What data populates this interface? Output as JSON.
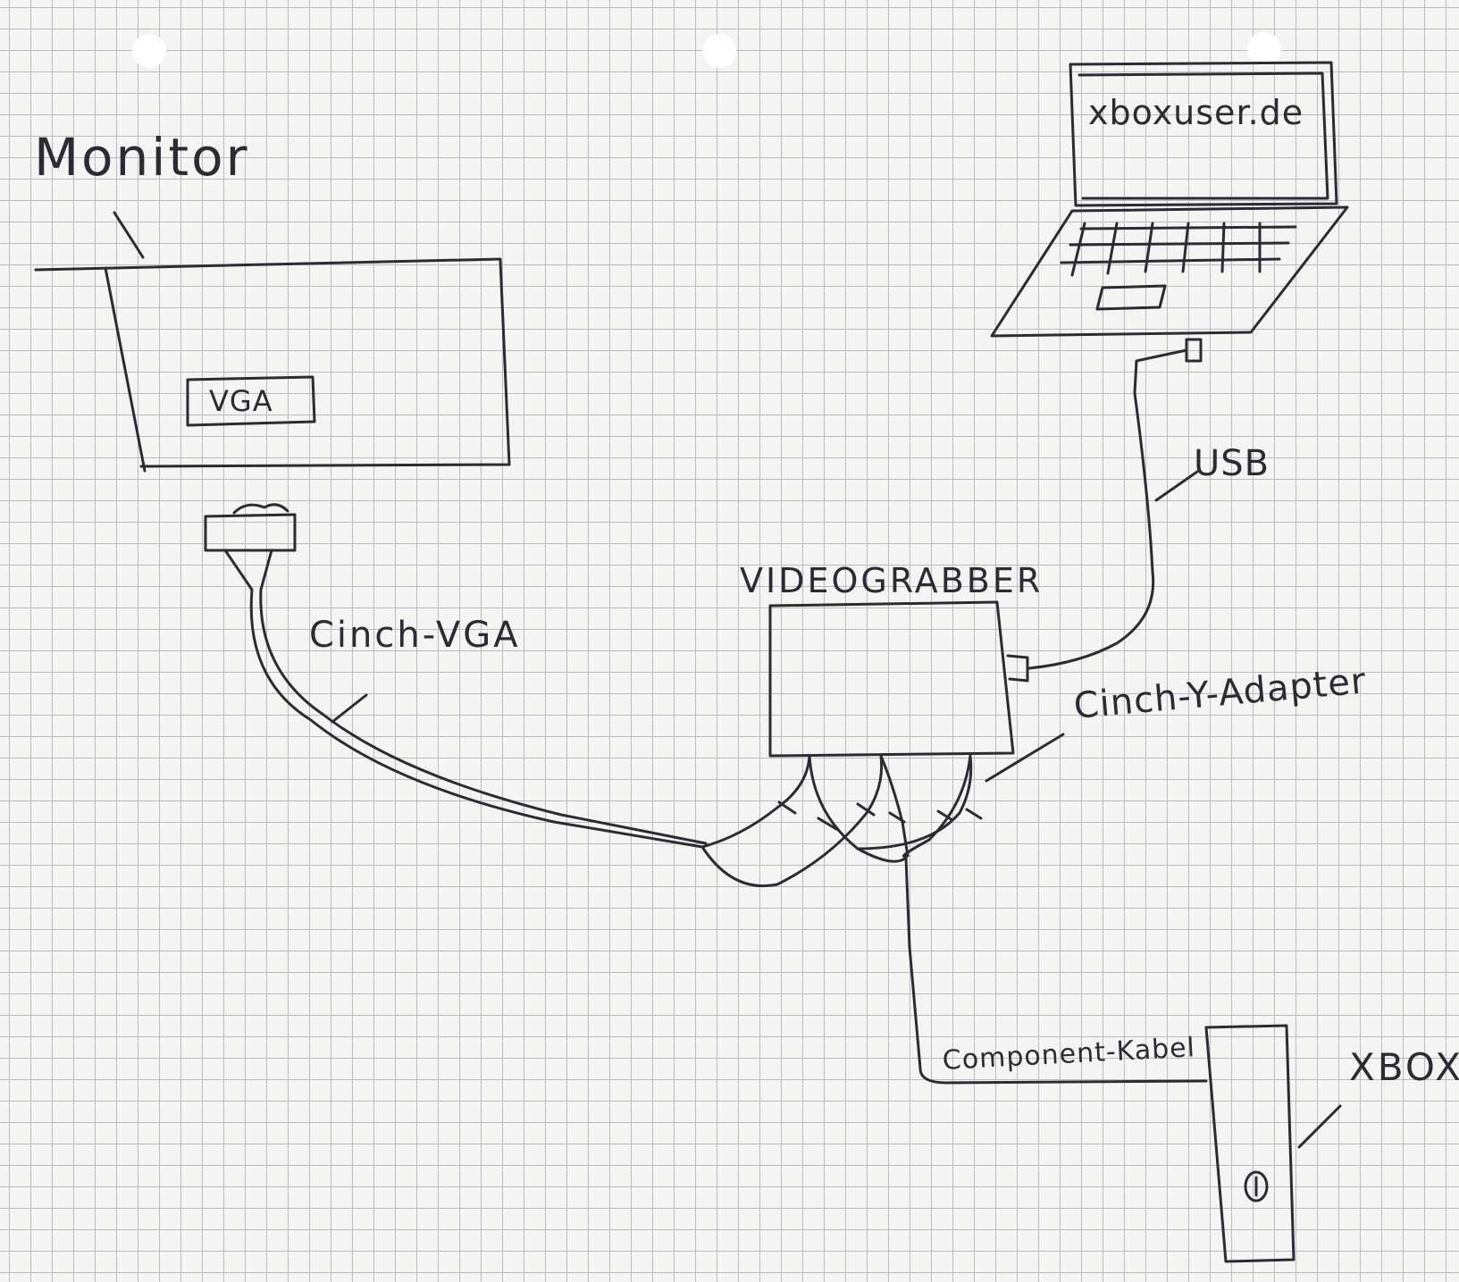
{
  "labels": {
    "monitor": "Monitor",
    "vga_port": "VGA",
    "laptop_screen": "xboxuser.de",
    "usb": "USB",
    "videograbber": "VIDEOGRABBER",
    "cinch_vga": "Cinch-VGA",
    "cinch_y_adapter": "Cinch-Y-Adapter",
    "component_kabel": "Component-Kabel",
    "xbox": "XBOX"
  },
  "colors": {
    "ink": "#2b2b33",
    "paper": "#f4f4f2",
    "grid": "#b9bdc2"
  }
}
